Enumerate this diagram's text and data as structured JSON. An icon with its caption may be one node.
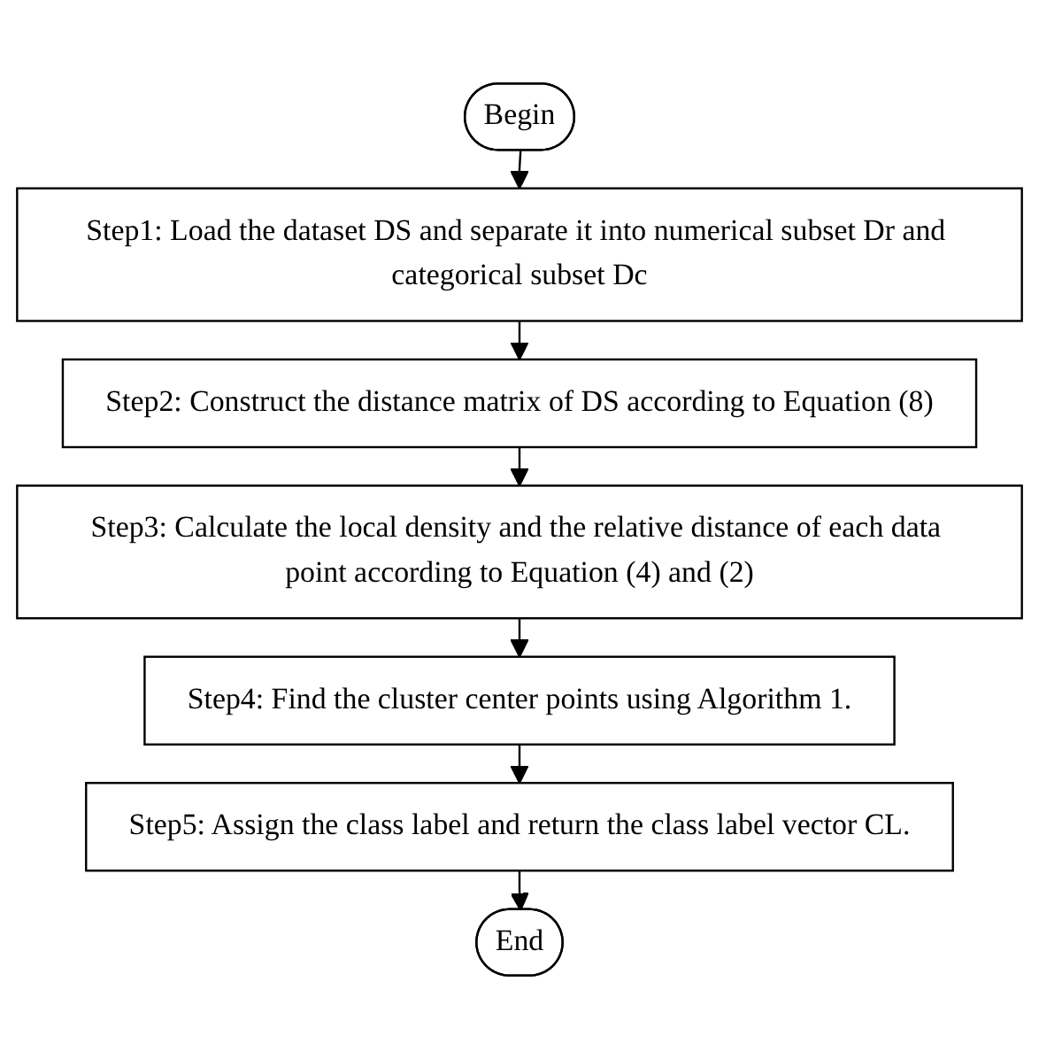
{
  "diagram": {
    "nodes": [
      {
        "text": [
          "Begin"
        ]
      },
      {
        "text": [
          "Step1: Load the dataset DS and separate it into numerical subset Dr and categorical subset Dc"
        ]
      },
      {
        "text": [
          "Step2: Construct the distance matrix of DS according to Equation (8)"
        ]
      },
      {
        "text": [
          "Step3: Calculate the local density and the relative distance of each data point according to Equation (4) and (2)"
        ]
      },
      {
        "text": [
          "Step4: Find the cluster center points using Algorithm 1."
        ]
      },
      {
        "text": [
          "Step5: Assign the class label and return the class label vector CL."
        ]
      },
      {
        "text": [
          "End"
        ]
      }
    ],
    "edges": [
      {
        "from": 0,
        "to": 1,
        "arrow": "to"
      },
      {
        "from": 1,
        "to": 2,
        "arrow": "to"
      },
      {
        "from": 2,
        "to": 3,
        "arrow": "to"
      },
      {
        "from": 3,
        "to": 4,
        "arrow": "to"
      },
      {
        "from": 4,
        "to": 5,
        "arrow": "to"
      },
      {
        "from": 5,
        "to": 6,
        "arrow": "to"
      }
    ]
  }
}
